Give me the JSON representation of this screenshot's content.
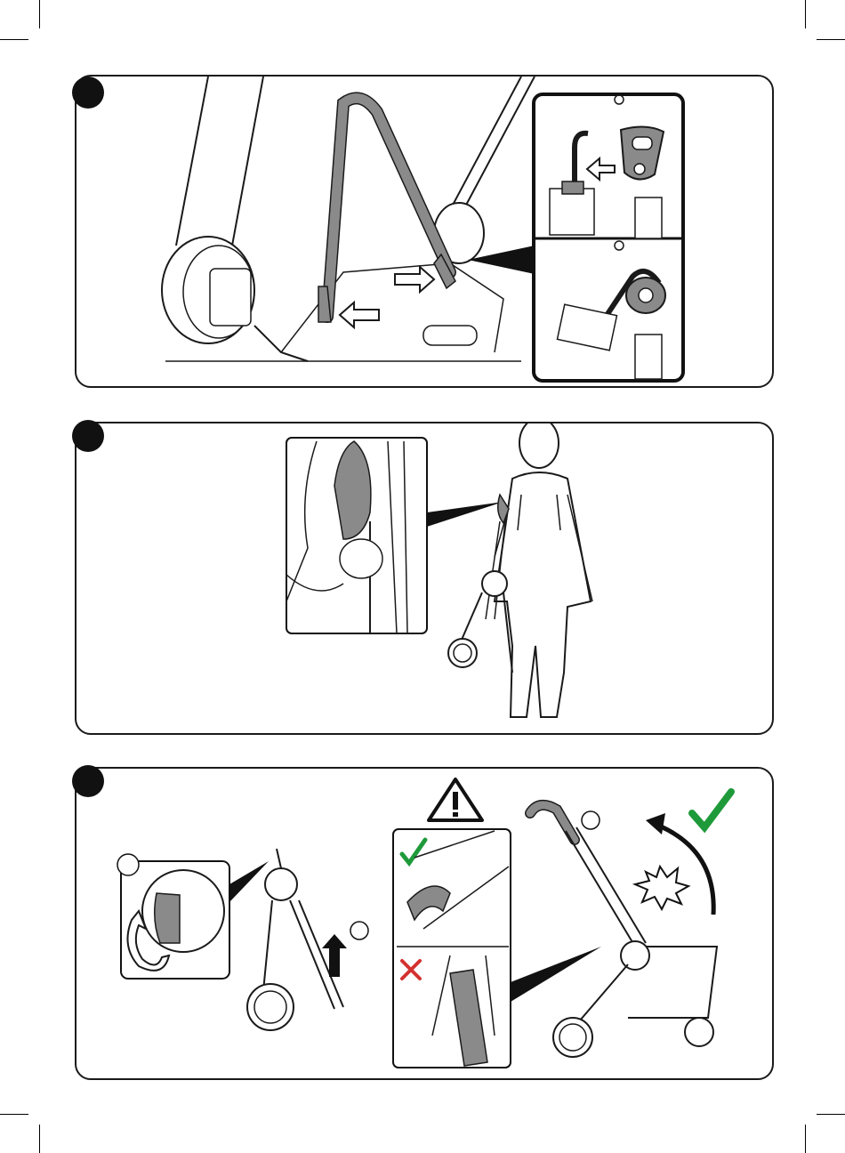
{
  "page": {
    "panels": [
      {
        "id": "step-1",
        "label": ""
      },
      {
        "id": "step-2",
        "label": ""
      },
      {
        "id": "step-3",
        "label": ""
      }
    ]
  },
  "icons": {
    "check_color": "#1f9a3a",
    "cross_color": "#d3322f",
    "strap_color": "#8a8a8a",
    "line_color": "#1a1a1a"
  }
}
